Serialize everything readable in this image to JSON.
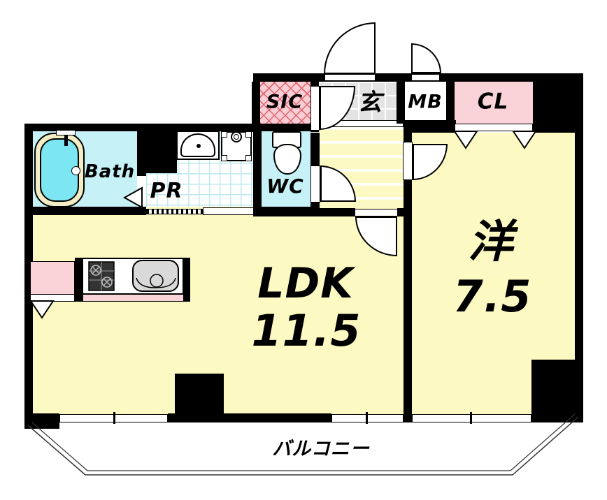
{
  "rooms": {
    "bath": {
      "label": "Bath"
    },
    "pr": {
      "label": "PR"
    },
    "wc": {
      "label": "WC"
    },
    "sic": {
      "label": "SIC"
    },
    "genkan": {
      "label": "玄"
    },
    "mb": {
      "label": "MB"
    },
    "cl": {
      "label": "CL"
    },
    "ldk": {
      "label": "LDK",
      "size": "11.5"
    },
    "western": {
      "label": "洋",
      "size": "7.5"
    },
    "balcony": {
      "label": "バルコニー"
    }
  },
  "colors": {
    "wall": "#000000",
    "room-yellow": "#fcf9c2",
    "wet-cyan": "#c6f1f6",
    "tile-line": "#bfe9ee",
    "closet-pink": "#f9d3d8",
    "sic-pink": "#f8cdd3",
    "sic-line": "#e0616f",
    "genkan-gray": "#e3e3e3",
    "tub-cream": "#f2edc4",
    "tub-water": "#7ce7f2",
    "sink-gray": "#d9d9d9"
  }
}
